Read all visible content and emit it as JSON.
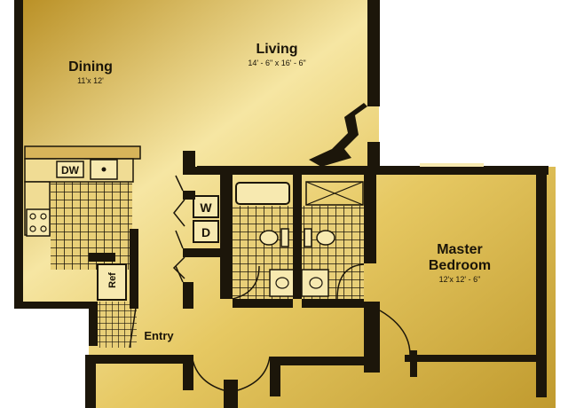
{
  "rooms": {
    "dining": {
      "name": "Dining",
      "dims": "11'x 12'"
    },
    "living": {
      "name": "Living",
      "dims": "14' - 6\" x 16' - 6\""
    },
    "master_bedroom": {
      "name_line1": "Master",
      "name_line2": "Bedroom",
      "dims": "12'x 12' - 6\""
    },
    "entry": {
      "name": "Entry"
    }
  },
  "appliances": {
    "dishwasher": "DW",
    "washer": "W",
    "dryer": "D",
    "refrigerator": "Ref"
  },
  "colors": {
    "gold_light": "#f7e7a6",
    "gold_mid": "#e2c25a",
    "gold_dark": "#b58a1e",
    "wall": "#1c160a",
    "counter": "#d8b45a"
  }
}
